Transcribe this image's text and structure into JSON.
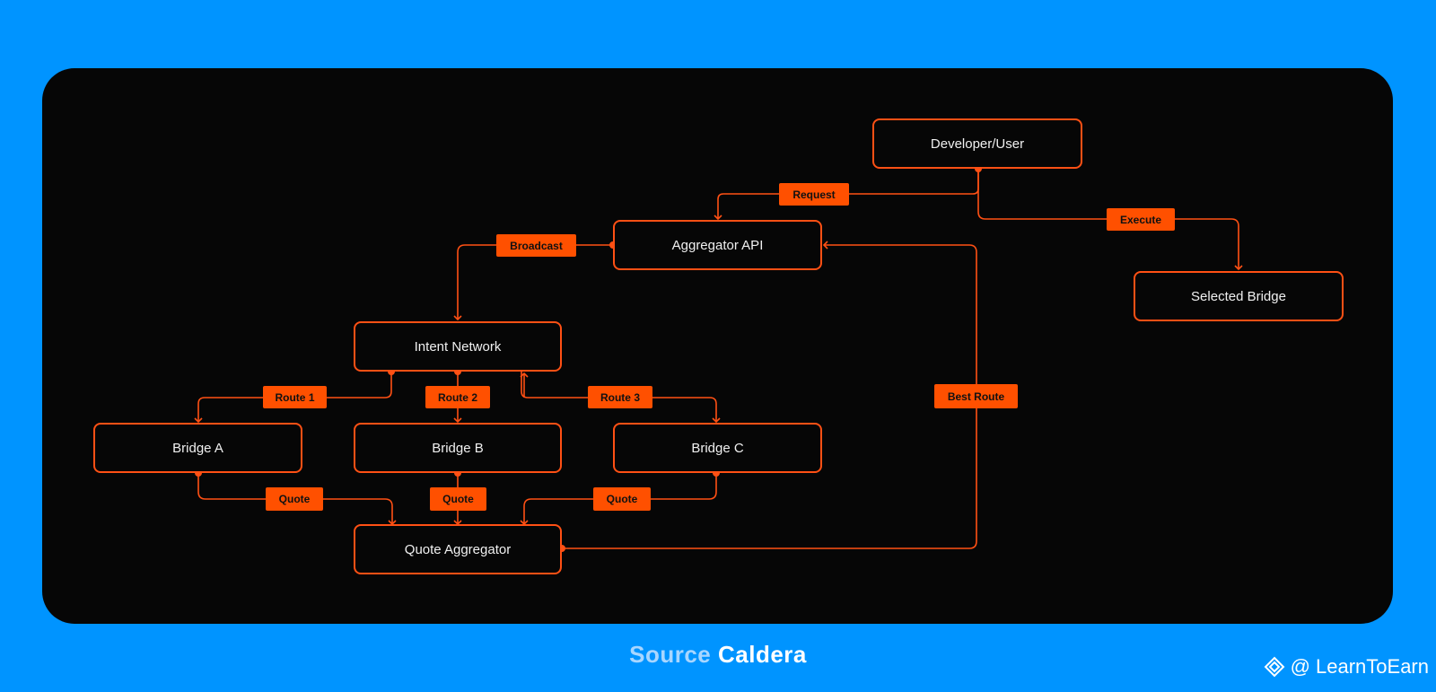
{
  "nodes": {
    "developer_user": "Developer/User",
    "aggregator_api": "Aggregator API",
    "selected_bridge": "Selected Bridge",
    "intent_network": "Intent Network",
    "bridge_a": "Bridge A",
    "bridge_b": "Bridge B",
    "bridge_c": "Bridge C",
    "quote_aggregator": "Quote Aggregator"
  },
  "edges": {
    "request": "Request",
    "execute": "Execute",
    "broadcast": "Broadcast",
    "route_1": "Route 1",
    "route_2": "Route 2",
    "route_3": "Route 3",
    "quote_a": "Quote",
    "quote_b": "Quote",
    "quote_c": "Quote",
    "best_route": "Best Route"
  },
  "footer": {
    "source_label": "Source",
    "source_name": "Caldera",
    "brand_handle": "@ LearnToEarn"
  },
  "colors": {
    "outer_background": "#0094ff",
    "panel_background": "#060606",
    "accent": "#ff5014",
    "label_text": "#111111",
    "node_text": "#f0f0f0"
  },
  "icons": {
    "brand_logo": "diamond-logo-icon"
  }
}
